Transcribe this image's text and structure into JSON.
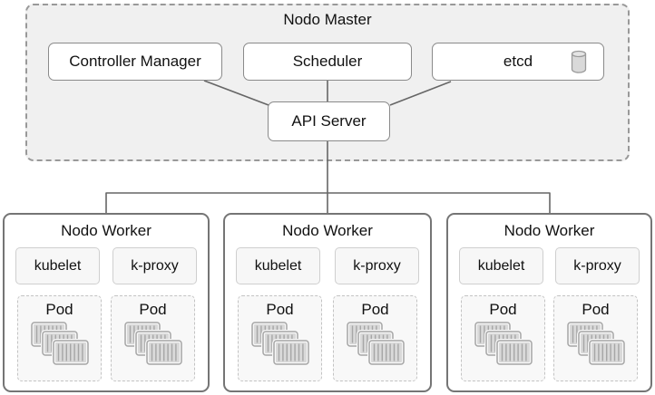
{
  "master": {
    "title": "Nodo Master",
    "components": [
      {
        "label": "Controller Manager"
      },
      {
        "label": "Scheduler"
      },
      {
        "label": "etcd",
        "icon": "database-cylinder-icon"
      }
    ],
    "api_server": {
      "label": "API Server"
    }
  },
  "workers": [
    {
      "title": "Nodo Worker",
      "services": [
        {
          "label": "kubelet"
        },
        {
          "label": "k-proxy"
        }
      ],
      "pods": [
        {
          "label": "Pod",
          "containers": 3
        },
        {
          "label": "Pod",
          "containers": 3
        }
      ]
    },
    {
      "title": "Nodo Worker",
      "services": [
        {
          "label": "kubelet"
        },
        {
          "label": "k-proxy"
        }
      ],
      "pods": [
        {
          "label": "Pod",
          "containers": 3
        },
        {
          "label": "Pod",
          "containers": 3
        }
      ]
    },
    {
      "title": "Nodo Worker",
      "services": [
        {
          "label": "kubelet"
        },
        {
          "label": "k-proxy"
        }
      ],
      "pods": [
        {
          "label": "Pod",
          "containers": 3
        },
        {
          "label": "Pod",
          "containers": 3
        }
      ]
    }
  ],
  "colors": {
    "master_bg": "#f0f0f0",
    "master_dash": "#999999",
    "box_bg": "#ffffff",
    "box_border": "#8a8a8a",
    "worker_border": "#757575",
    "svc_bg": "#f7f7f7",
    "svc_border": "#cfcfcf",
    "pod_bg": "#f8f8f8",
    "pod_border": "#c3c3c3",
    "container_fill": "#d9d9d9",
    "container_stroke": "#a6a6a6",
    "cylinder_top": "#e4e4e4",
    "connector": "#666666",
    "text": "#111111"
  }
}
